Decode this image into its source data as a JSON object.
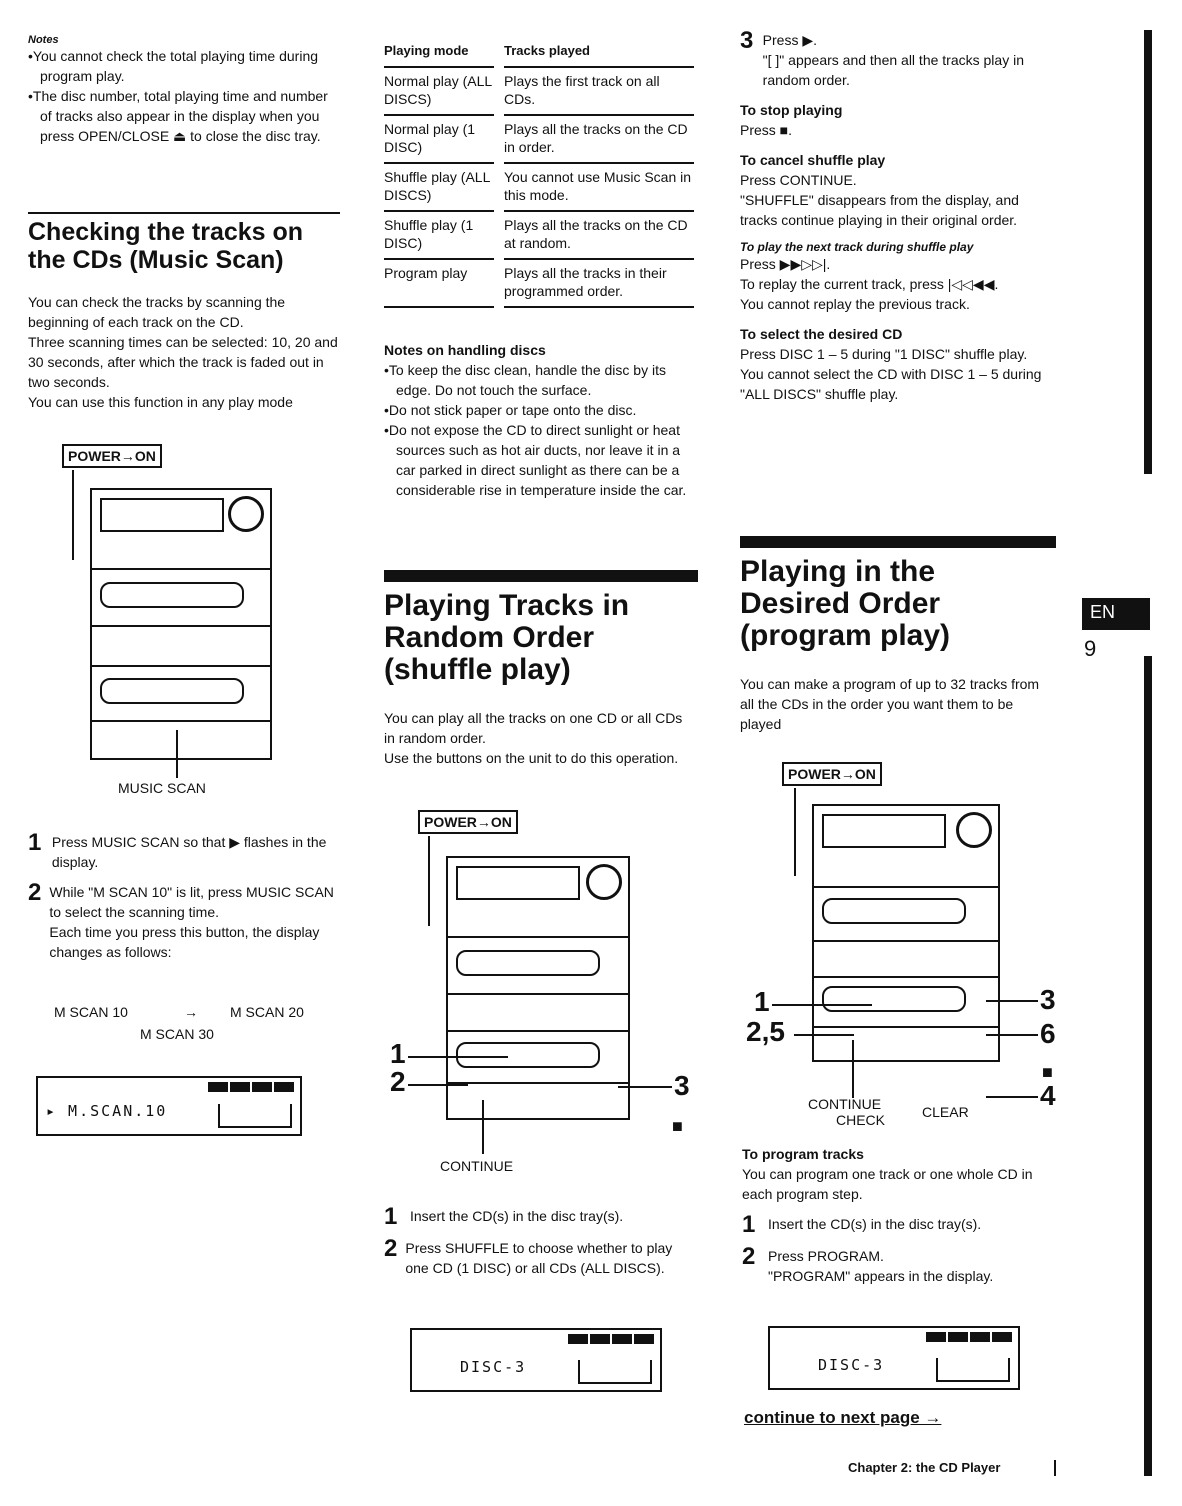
{
  "col1": {
    "notes_head": "Notes",
    "notes": [
      "•You cannot check the total playing time during program play.",
      "•The disc number, total playing time and number of tracks also appear in the display when you press OPEN/CLOSE ⏏ to close the disc tray."
    ],
    "section_title": "Checking the tracks on the CDs (Music Scan)",
    "intro": "You can check the tracks by scanning the beginning of each track on the CD.",
    "intro2": "Three scanning times can be selected: 10, 20 and 30 seconds, after which the track is faded out in two seconds.",
    "intro3": "You can use this function in any play mode",
    "power_label": "POWER→ON",
    "music_scan_label": "MUSIC SCAN",
    "step1_num": "1",
    "step1": "Press MUSIC SCAN so that ▶ flashes in the display.",
    "step2_num": "2",
    "step2": "While \"M SCAN 10\" is lit, press MUSIC SCAN to select the scanning time.",
    "step2b": "Each time you press this button, the display changes as follows:",
    "cycle_a": "M SCAN 10",
    "cycle_arrow": "→",
    "cycle_b": "M SCAN 20",
    "cycle_c": "M SCAN 30",
    "lcd_text": "▸ M.SCAN.10"
  },
  "col2": {
    "table_headers": [
      "Playing mode",
      "Tracks played"
    ],
    "table_rows": [
      [
        "Normal play (ALL DISCS)",
        "Plays the first track on all CDs."
      ],
      [
        "Normal play (1 DISC)",
        "Plays all the tracks on the CD in order."
      ],
      [
        "Shuffle play (ALL DISCS)",
        "You cannot use Music Scan in this mode."
      ],
      [
        "Shuffle play (1 DISC)",
        "Plays all the tracks on the CD at random."
      ],
      [
        "Program play",
        "Plays all the tracks in their programmed order."
      ]
    ],
    "handling_head": "Notes on handling discs",
    "handling": [
      "•To keep the disc clean, handle the disc by its edge. Do not touch the surface.",
      "•Do not stick paper or tape onto the disc.",
      "•Do not expose the CD to direct sunlight or heat sources such as hot air ducts, nor leave it in a car parked in direct sunlight as there can be a considerable rise in temperature inside the car."
    ],
    "section_title": "Playing Tracks in Random Order (shuffle play)",
    "intro": "You can play all the tracks on one CD or all CDs in random order.",
    "intro2": "Use the buttons on the unit to do this operation.",
    "power_label": "POWER→ON",
    "continue_label": "CONTINUE",
    "callout_1": "1",
    "callout_2": "2",
    "callout_3": "3",
    "callout_stop": "■",
    "step1_num": "1",
    "step1": "Insert the CD(s) in the disc tray(s).",
    "step2_num": "2",
    "step2": "Press SHUFFLE to choose whether to play one CD (1 DISC) or all CDs (ALL DISCS).",
    "lcd_text": "DISC-3"
  },
  "col3": {
    "step3_num": "3",
    "step3": "Press ▶.",
    "step3b": "\"[ ]\" appears and then all the tracks play in random order.",
    "stop_head": "To stop playing",
    "stop_text": "Press ■.",
    "cancel_head": "To cancel shuffle play",
    "cancel_text": "Press CONTINUE.",
    "cancel_text2": "\"SHUFFLE\" disappears from the display, and tracks continue playing in their original order.",
    "next_head": "To play the next track during shuffle play",
    "next_text": "Press ▶▶▷▷|.",
    "next_text2": "To replay the current track, press |◁◁◀◀.",
    "next_text3": "You cannot replay the previous track.",
    "select_head": "To select the desired CD",
    "select_text": "Press DISC 1 – 5 during \"1 DISC\" shuffle play. You cannot select the CD with DISC 1 – 5 during \"ALL DISCS\" shuffle play.",
    "section_title": "Playing in the Desired Order (program play)",
    "intro": "You can make a program of up to 32 tracks from all the CDs in the order you want them to be played",
    "power_label": "POWER→ON",
    "callout_1": "1",
    "callout_25": "2,5",
    "callout_3": "3",
    "callout_6": "6",
    "callout_stop": "■",
    "callout_4": "4",
    "continue_label": "CONTINUE",
    "check_label": "CHECK",
    "clear_label": "CLEAR",
    "program_head": "To program tracks",
    "program_text": "You can program one track or one whole CD in each program step.",
    "step1_num": "1",
    "step1": "Insert the CD(s) in the disc tray(s).",
    "step2_num": "2",
    "step2": "Press PROGRAM.",
    "step2b": "\"PROGRAM\" appears in the display.",
    "lcd_text": "DISC-3",
    "continue_link": "continue to next page →",
    "footer": "Chapter 2: the CD Player"
  },
  "sidebar": {
    "tab": "EN",
    "page_number": "9"
  }
}
